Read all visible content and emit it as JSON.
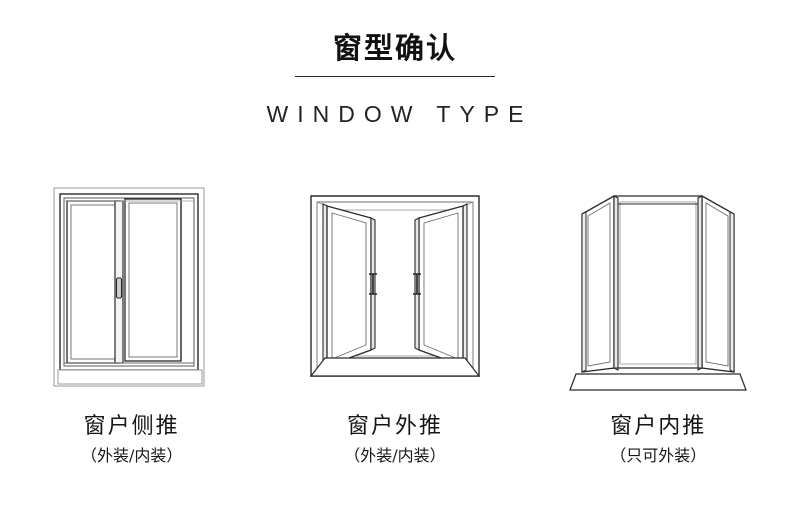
{
  "header": {
    "title_cn": "窗型确认",
    "title_en": "WINDOW TYPE",
    "divider": "horizontal-rule"
  },
  "colors": {
    "background": "#ffffff",
    "text": "#111111",
    "line": "#2a2a2a",
    "shade_light": "#f2f2f2",
    "shade_mid": "#e2e2e2"
  },
  "windows": [
    {
      "id": "sliding",
      "illustration": "sliding-window",
      "caption_main": "窗户侧推",
      "caption_sub": "（外装/内装）"
    },
    {
      "id": "outward-casement",
      "illustration": "outward-opening-window",
      "caption_main": "窗户外推",
      "caption_sub": "（外装/内装）"
    },
    {
      "id": "inward-casement",
      "illustration": "inward-opening-window",
      "caption_main": "窗户内推",
      "caption_sub": "（只可外装）"
    }
  ]
}
